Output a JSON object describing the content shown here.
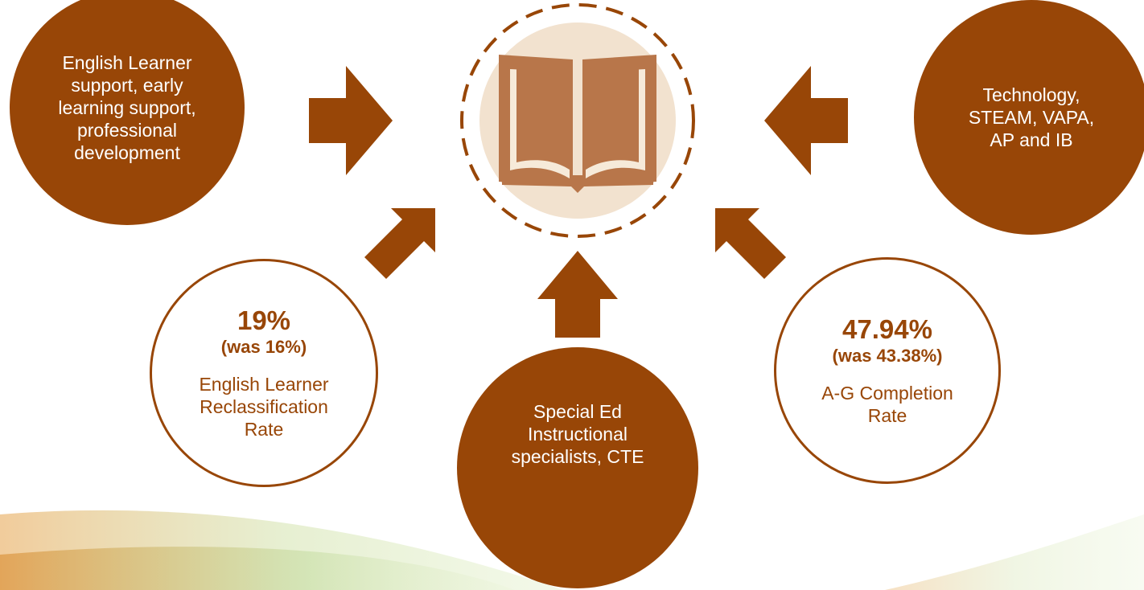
{
  "colors": {
    "primary": "#984607",
    "center_fill": "#f2e2cf",
    "book": "#b8764a",
    "book_light": "#f6ead9"
  },
  "center": {
    "icon": "open-book-icon"
  },
  "nodes": {
    "top_left": {
      "lines": [
        "English Learner",
        "support, early",
        "learning support,",
        "professional",
        "development"
      ]
    },
    "top_right": {
      "lines": [
        "Technology,",
        "STEAM, VAPA,",
        "AP and IB"
      ]
    },
    "bottom_center": {
      "lines": [
        "Special Ed",
        "Instructional",
        "specialists, CTE"
      ]
    }
  },
  "metrics": {
    "reclassification": {
      "value": "19%",
      "previous": "(was 16%)",
      "label_lines": [
        "English Learner",
        "Reclassification",
        "Rate"
      ]
    },
    "ag_completion": {
      "value": "47.94%",
      "previous": "(was 43.38%)",
      "label_lines": [
        "A-G Completion",
        "Rate"
      ]
    }
  }
}
